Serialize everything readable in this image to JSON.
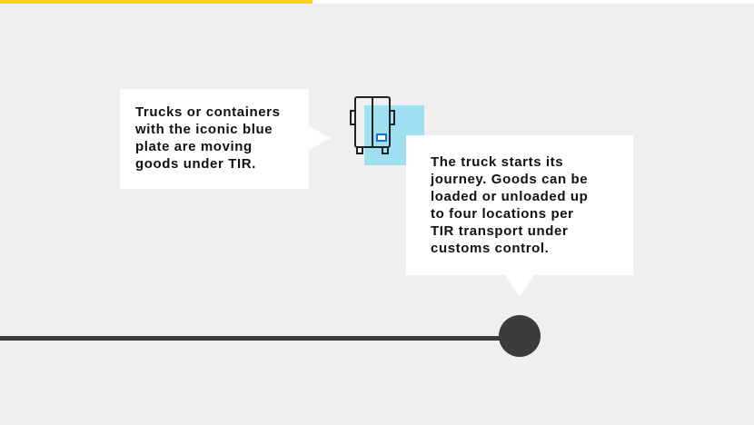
{
  "progress": {
    "fraction": 0.415,
    "fill_color": "#ffd21f"
  },
  "callouts": {
    "intro": "Trucks or containers\nwith the iconic blue\nplate are moving\ngoods under TIR.",
    "step": "The truck starts its\njourney. Goods can be\nloaded or unloaded up\nto four locations per\nTIR transport under\ncustoms control."
  },
  "truck": {
    "icon": "truck-rear-icon",
    "highlight_color": "#8fdcf2",
    "plate_color": "#1b6fd1"
  },
  "timeline": {
    "line_color": "#3b3b3b",
    "node_color": "#3b3b3b"
  }
}
